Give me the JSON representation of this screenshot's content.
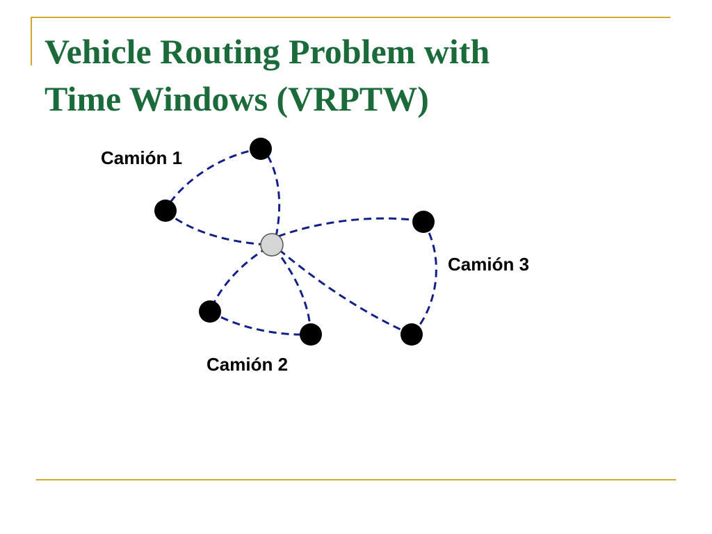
{
  "slide": {
    "title_line1": "Vehicle Routing Problem with",
    "title_line2": "Time Windows (VRPTW)"
  },
  "colors": {
    "title": "#1b6b3a",
    "accent_lines": "#d4a62a",
    "routes": "#14208a",
    "customer_nodes": "#000000",
    "depot_node": "#d6d6d6"
  },
  "diagram": {
    "depot": "depot-node",
    "routes": [
      {
        "label": "Camión 1",
        "stops": 2
      },
      {
        "label": "Camión 2",
        "stops": 2
      },
      {
        "label": "Camión 3",
        "stops": 2
      }
    ]
  }
}
